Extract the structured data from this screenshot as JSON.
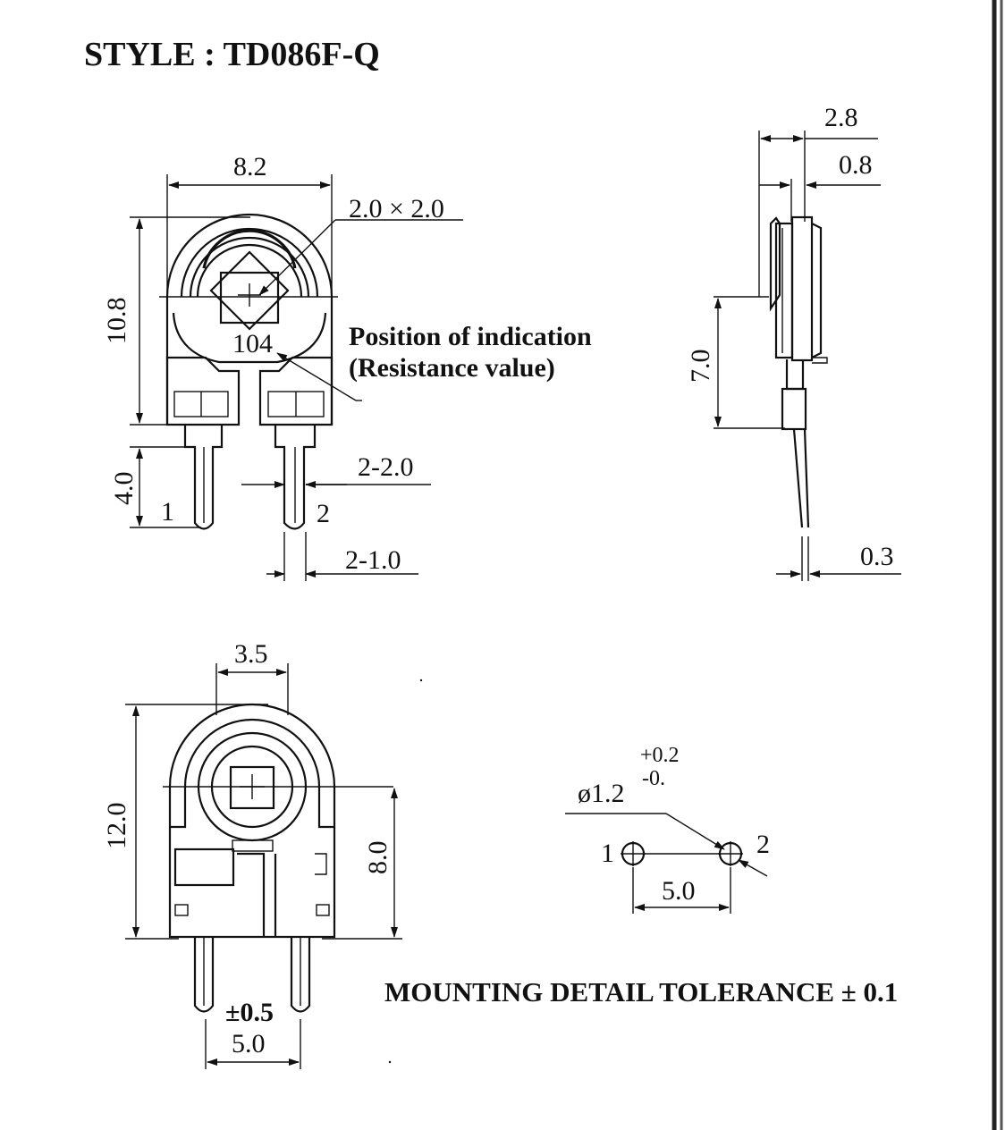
{
  "title": "STYLE : TD086F-Q",
  "front_view": {
    "width": "8.2",
    "height": "10.8",
    "adjust_hole": "2.0 × 2.0",
    "marking": "104",
    "note_line1": "Position of indication",
    "note_line2": "(Resistance value)",
    "pin_length": "4.0",
    "pin1": "1",
    "pin2": "2",
    "pin_width": "2-2.0",
    "pin_tip": "2-1.0"
  },
  "side_view": {
    "depth": "2.8",
    "plate": "0.8",
    "height": "7.0",
    "pin_thickness": "0.3"
  },
  "rear_view": {
    "slot_width": "3.5",
    "height": "12.0",
    "center_height": "8.0",
    "pitch_tolerance": "±0.5",
    "pitch": "5.0"
  },
  "mounting": {
    "hole_dia": "ø1.2",
    "tol_plus": "+0.2",
    "tol_minus": "-0.",
    "pin1": "1",
    "pin2": "2",
    "pitch": "5.0",
    "tolerance_note": "MOUNTING DETAIL TOLERANCE ± 0.1"
  },
  "colors": {
    "ink": "#111111",
    "paper": "#ffffff"
  }
}
